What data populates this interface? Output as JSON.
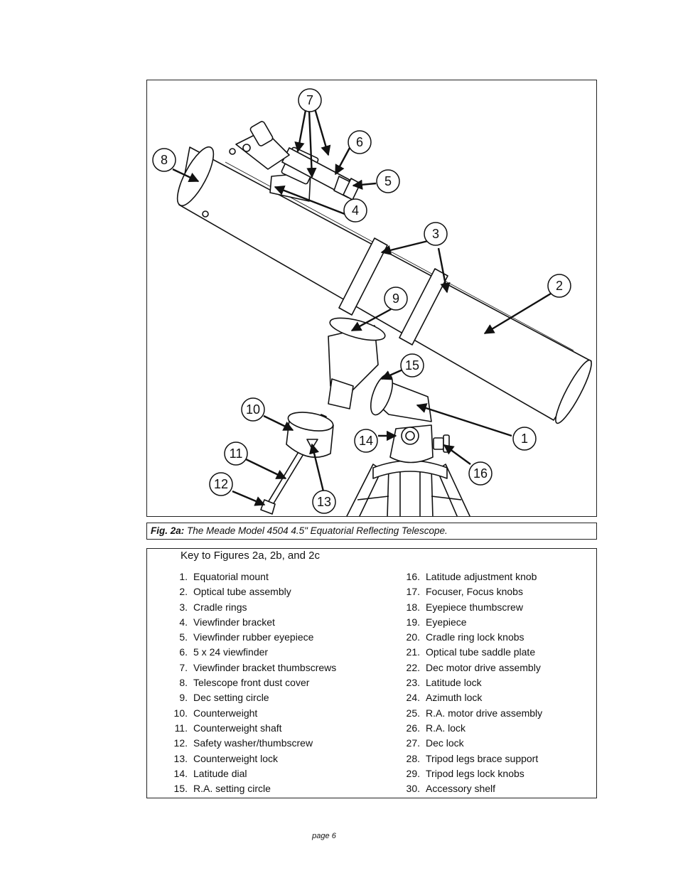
{
  "figure": {
    "callouts": [
      "1",
      "2",
      "3",
      "4",
      "5",
      "6",
      "7",
      "8",
      "9",
      "10",
      "11",
      "12",
      "13",
      "14",
      "15",
      "16"
    ]
  },
  "caption": {
    "label": "Fig. 2a:",
    "text": " The Meade Model 4504 4.5\" Equatorial Reflecting Telescope."
  },
  "key": {
    "title": "Key to Figures 2a, 2b, and 2c",
    "left": [
      {
        "num": "1.",
        "label": "Equatorial mount"
      },
      {
        "num": "2.",
        "label": "Optical tube assembly"
      },
      {
        "num": "3.",
        "label": "Cradle rings"
      },
      {
        "num": "4.",
        "label": "Viewfinder bracket"
      },
      {
        "num": "5.",
        "label": "Viewfinder rubber eyepiece"
      },
      {
        "num": "6.",
        "label": "5 x 24 viewfinder"
      },
      {
        "num": "7.",
        "label": "Viewfinder bracket thumbscrews"
      },
      {
        "num": "8.",
        "label": "Telescope front dust cover"
      },
      {
        "num": "9.",
        "label": "Dec setting circle"
      },
      {
        "num": "10.",
        "label": "Counterweight"
      },
      {
        "num": "11.",
        "label": "Counterweight shaft"
      },
      {
        "num": "12.",
        "label": "Safety washer/thumbscrew"
      },
      {
        "num": "13.",
        "label": "Counterweight lock"
      },
      {
        "num": "14.",
        "label": "Latitude dial"
      },
      {
        "num": "15.",
        "label": "R.A. setting circle"
      }
    ],
    "right": [
      {
        "num": "16.",
        "label": "Latitude adjustment knob"
      },
      {
        "num": "17.",
        "label": "Focuser, Focus knobs"
      },
      {
        "num": "18.",
        "label": "Eyepiece thumbscrew"
      },
      {
        "num": "19.",
        "label": "Eyepiece"
      },
      {
        "num": "20.",
        "label": "Cradle ring lock knobs"
      },
      {
        "num": "21.",
        "label": "Optical tube saddle plate"
      },
      {
        "num": "22.",
        "label": "Dec motor drive assembly"
      },
      {
        "num": "23.",
        "label": "Latitude lock"
      },
      {
        "num": "24.",
        "label": "Azimuth lock"
      },
      {
        "num": "25.",
        "label": "R.A. motor drive assembly"
      },
      {
        "num": "26.",
        "label": "R.A. lock"
      },
      {
        "num": "27.",
        "label": "Dec lock"
      },
      {
        "num": "28.",
        "label": "Tripod legs brace support"
      },
      {
        "num": "29.",
        "label": "Tripod legs lock knobs"
      },
      {
        "num": "30.",
        "label": "Accessory shelf"
      }
    ]
  },
  "page_number": "page 6"
}
